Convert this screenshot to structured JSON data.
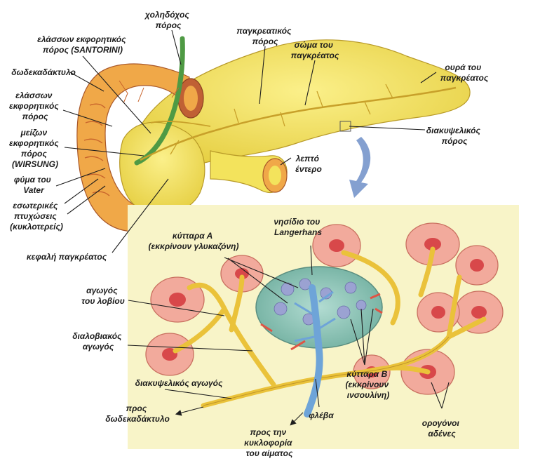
{
  "top_labels": {
    "bile_duct": [
      "χοληδόχος",
      "πόρος"
    ],
    "santorini": [
      "ελάσσων εκφορητικός",
      "πόρος (SANTORINI)"
    ],
    "pancreatic_duct": [
      "παγκρεατικός",
      "πόρος"
    ],
    "body": [
      "σώμα του",
      "παγκρέατος"
    ],
    "duodenum": [
      "δωδεκαδάκτυλο"
    ],
    "tail": [
      "ουρά του",
      "παγκρέατος"
    ],
    "minor_duct": [
      "ελάσσων",
      "εκφορητικός",
      "πόρος"
    ],
    "wirsung": [
      "μείζων",
      "εκφορητικός",
      "πόρος",
      "(WIRSUNG)"
    ],
    "intercalated_duct": [
      "διακυψελικός",
      "πόρος"
    ],
    "small_intestine": [
      "λεπτό",
      "έντερο"
    ],
    "vater": [
      "φύμα του",
      "Vater"
    ],
    "folds": [
      "εσωτερικές",
      "πτυχώσεις",
      "(κυκλοτερείς)"
    ],
    "head": [
      "κεφαλή παγκρέατος"
    ]
  },
  "inset_labels": {
    "islet": [
      "νησίδιο του",
      "Langerhans"
    ],
    "a_cells": [
      "κύτταρα Α",
      "(εκκρίνουν γλυκαζόνη)"
    ],
    "lobule_duct": [
      "αγωγός",
      "του λοβίου"
    ],
    "interlobular_duct": [
      "διαλοβιακός",
      "αγωγός"
    ],
    "intercalated_duct": [
      "διακυψελικός αγωγός"
    ],
    "to_duodenum": [
      "προς",
      "δωδεκαδάκτυλο"
    ],
    "b_cells": [
      "κύτταρα Β",
      "(εκκρίνουν",
      "ινσουλίνη)"
    ],
    "to_blood": [
      "προς την",
      "κυκλοφορία",
      "του αίματος"
    ],
    "vein": [
      "φλέβα"
    ],
    "acini": [
      "ορογόνοι",
      "αδένες"
    ]
  },
  "colors": {
    "pancreas": "#f3e35c",
    "pancreas_shade": "#d9be32",
    "duodenum": "#f0a848",
    "duodenum_dark": "#c8642c",
    "bile_green": "#4f9a44",
    "inset_bg": "#f8f4c8",
    "islet": "#8cc4b8",
    "acinus": "#f2aa9c",
    "vein_blue": "#6ea4d8",
    "arrow_blue": "#6f8fc8"
  }
}
